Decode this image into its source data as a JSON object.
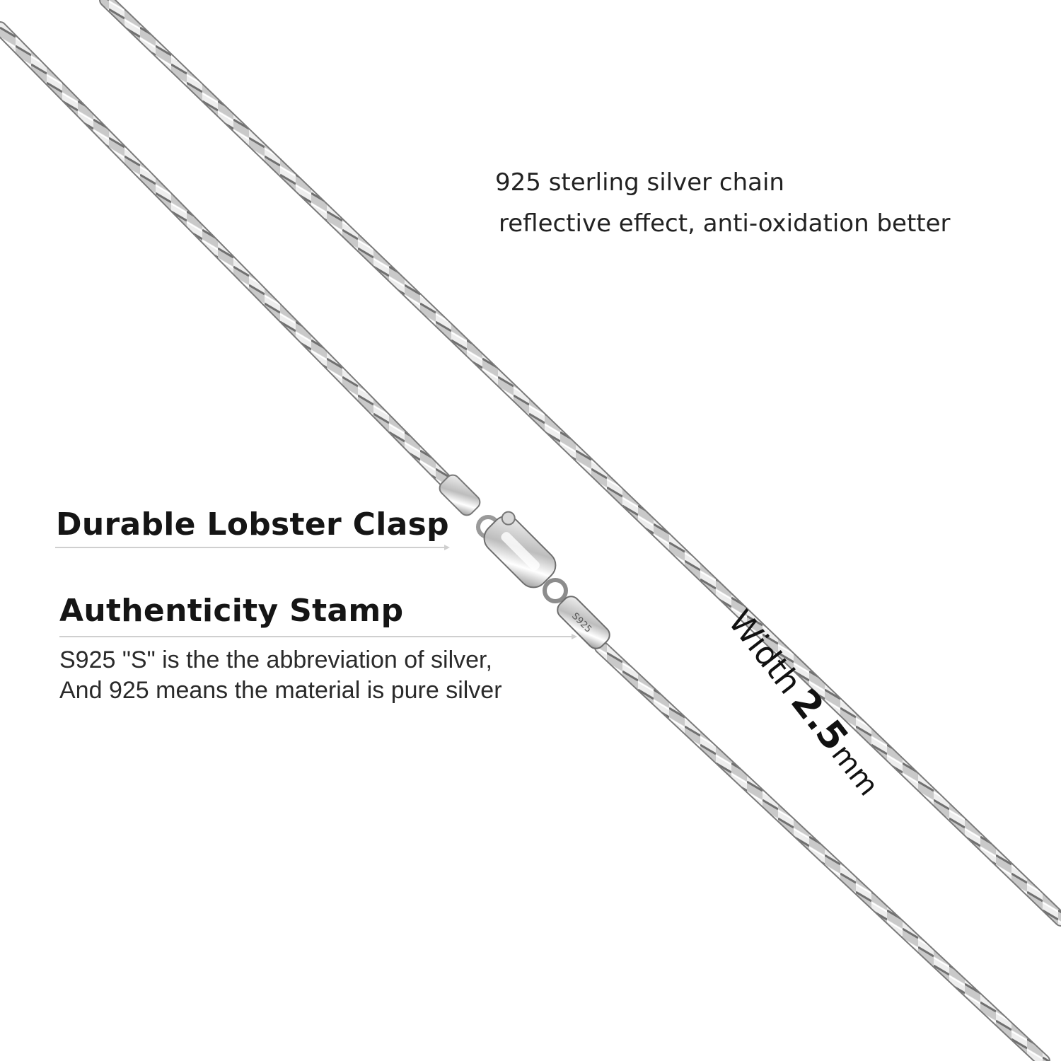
{
  "feature": {
    "line1": "925 sterling silver chain",
    "line2": "reflective effect, anti-oxidation better"
  },
  "callouts": {
    "clasp_heading": "Durable Lobster Clasp",
    "stamp_heading": "Authenticity Stamp",
    "stamp_desc_line1": "S925 \"S\" is the the abbreviation of silver,",
    "stamp_desc_line2": "And 925 means the material is pure silver",
    "stamp_engraving": "S925"
  },
  "dimension": {
    "word": "Width",
    "value": "2.5",
    "unit": "mm"
  },
  "colors": {
    "background": "#ffffff",
    "chain_light": "#e6e6e6",
    "chain_mid": "#b9b9b9",
    "chain_dark": "#707070",
    "text": "#1a1a1a"
  }
}
